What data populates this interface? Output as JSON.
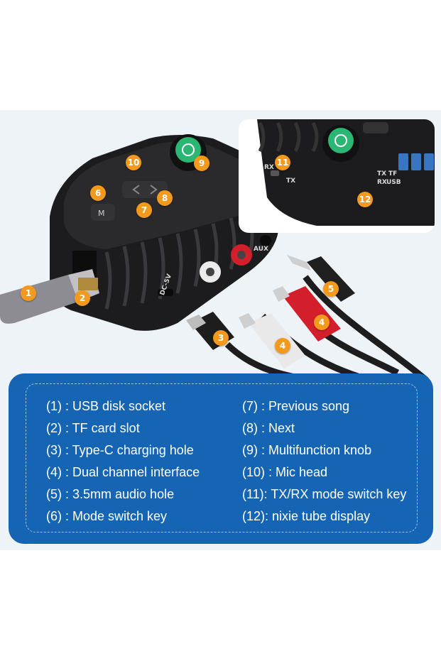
{
  "device": {
    "labels": {
      "dc": "DC-5V",
      "aux": "AUX",
      "rx": "RX",
      "tx": "TX",
      "tf": "TF",
      "usb": "USB",
      "tx2": "TX",
      "rx2": "RX"
    },
    "badges": [
      {
        "id": "usb",
        "num": "1"
      },
      {
        "id": "tf",
        "num": "2"
      },
      {
        "id": "typec",
        "num": "3"
      },
      {
        "id": "rca",
        "num": "4"
      },
      {
        "id": "rca2",
        "num": "4"
      },
      {
        "id": "aux",
        "num": "5"
      },
      {
        "id": "mode",
        "num": "6"
      },
      {
        "id": "prev",
        "num": "7"
      },
      {
        "id": "next",
        "num": "8"
      },
      {
        "id": "knob",
        "num": "9"
      },
      {
        "id": "mic",
        "num": "10"
      },
      {
        "id": "txrx",
        "num": "11"
      },
      {
        "id": "display",
        "num": "12"
      }
    ]
  },
  "legend": {
    "left": [
      "(1) : USB disk socket",
      "(2) : TF card slot",
      "(3) : Type-C charging hole",
      "(4) : Dual channel interface",
      "(5) : 3.5mm audio hole",
      "(6) : Mode switch key"
    ],
    "right": [
      "(7) : Previous song",
      "(8) : Next",
      "(9) : Multifunction knob",
      "(10) : Mic head",
      "(11): TX/RX mode switch key",
      "(12): nixie tube display"
    ]
  },
  "colors": {
    "badge": "#f39a1e",
    "legend_bg": "#1565b4",
    "device": "#1c1c1e",
    "knob_green": "#2bb673"
  }
}
